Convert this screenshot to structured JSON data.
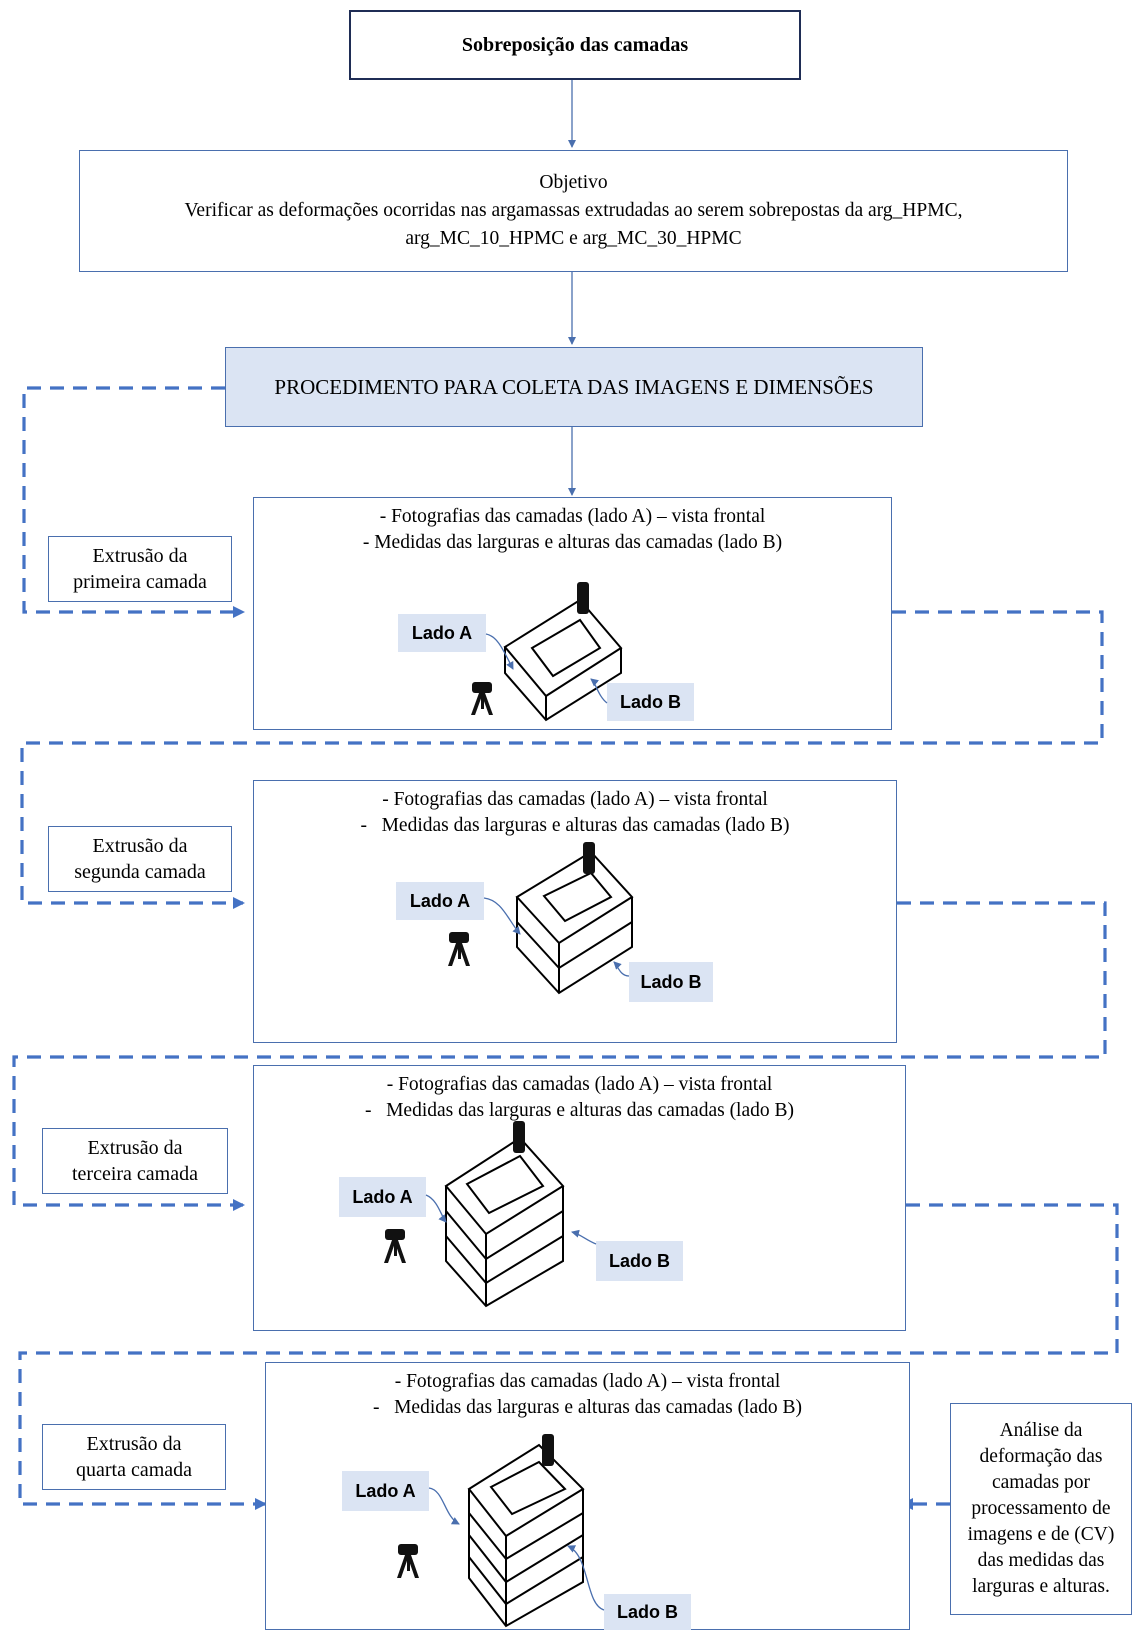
{
  "title": "Sobreposição das camadas",
  "objective": {
    "heading": "Objetivo",
    "line1": "Verificar as deformações ocorridas nas argamassas extrudadas ao serem sobrepostas da arg_HPMC,",
    "line2": "arg_MC_10_HPMC e arg_MC_30_HPMC"
  },
  "procedure": "PROCEDIMENTO PARA COLETA DAS IMAGENS E DIMENSÕES",
  "steps": [
    {
      "line1": "- Fotografias das camadas (lado A) – vista frontal",
      "line2": "- Medidas das larguras e alturas das camadas (lado B)",
      "side_line1": "Extrusão da",
      "side_line2": "primeira camada",
      "label_a": "Lado A",
      "label_b": "Lado B"
    },
    {
      "line1": "- Fotografias das camadas (lado A) – vista frontal",
      "line2": "-   Medidas das larguras e alturas das camadas (lado B)",
      "side_line1": "Extrusão da",
      "side_line2": "segunda camada",
      "label_a": "Lado A",
      "label_b": "Lado B"
    },
    {
      "line1": "- Fotografias das camadas (lado A) – vista frontal",
      "line2": "-   Medidas das larguras e alturas das camadas (lado B)",
      "side_line1": "Extrusão da",
      "side_line2": "terceira camada",
      "label_a": "Lado A",
      "label_b": "Lado B"
    },
    {
      "line1": "- Fotografias das camadas (lado A) – vista frontal",
      "line2": "-   Medidas das larguras e alturas das camadas (lado B)",
      "side_line1": "Extrusão da",
      "side_line2": "quarta camada",
      "label_a": "Lado A",
      "label_b": "Lado B"
    }
  ],
  "final_box": {
    "lines": [
      "Análise da",
      "deformação das",
      "camadas por",
      "processamento de",
      "imagens e de (CV)",
      "das medidas das",
      "larguras e alturas."
    ]
  },
  "colors": {
    "accent": "#4472c4",
    "fill": "#dbe4f3",
    "title_border": "#1f2d55"
  }
}
